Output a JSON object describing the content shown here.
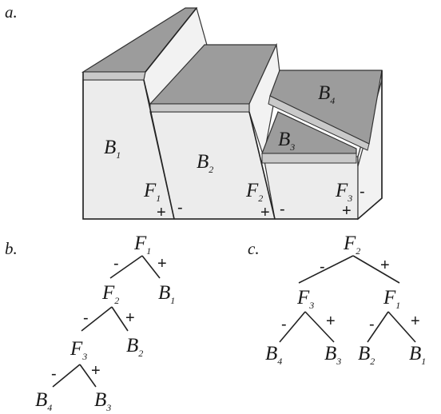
{
  "panels": {
    "a": "a.",
    "b": "b.",
    "c": "c."
  },
  "block_diagram": {
    "blocks": [
      "B",
      "B",
      "B",
      "B"
    ],
    "block_subs": [
      "1",
      "2",
      "3",
      "4"
    ],
    "faults": [
      "F",
      "F",
      "F"
    ],
    "fault_subs": [
      "1",
      "2",
      "3"
    ],
    "signs": {
      "f1_left": "+",
      "f1_right": "-",
      "f2_left": "+",
      "f2_right": "-",
      "f3_top": "-",
      "f3_bottom": "+"
    }
  },
  "tree_b": {
    "nodes": [
      {
        "letter": "F",
        "sub": "1"
      },
      {
        "letter": "F",
        "sub": "2"
      },
      {
        "letter": "B",
        "sub": "1"
      },
      {
        "letter": "F",
        "sub": "3"
      },
      {
        "letter": "B",
        "sub": "2"
      },
      {
        "letter": "B",
        "sub": "4"
      },
      {
        "letter": "B",
        "sub": "3"
      }
    ],
    "minus": "-",
    "plus": "+"
  },
  "tree_c": {
    "nodes": [
      {
        "letter": "F",
        "sub": "2"
      },
      {
        "letter": "F",
        "sub": "3"
      },
      {
        "letter": "F",
        "sub": "1"
      },
      {
        "letter": "B",
        "sub": "4"
      },
      {
        "letter": "B",
        "sub": "3"
      },
      {
        "letter": "B",
        "sub": "2"
      },
      {
        "letter": "B",
        "sub": "1"
      }
    ],
    "minus": "-",
    "plus": "+"
  },
  "colors": {
    "top_face": "#9c9c9c",
    "front_face": "#ececec",
    "band": "#c9c9c9",
    "line": "#222222"
  }
}
